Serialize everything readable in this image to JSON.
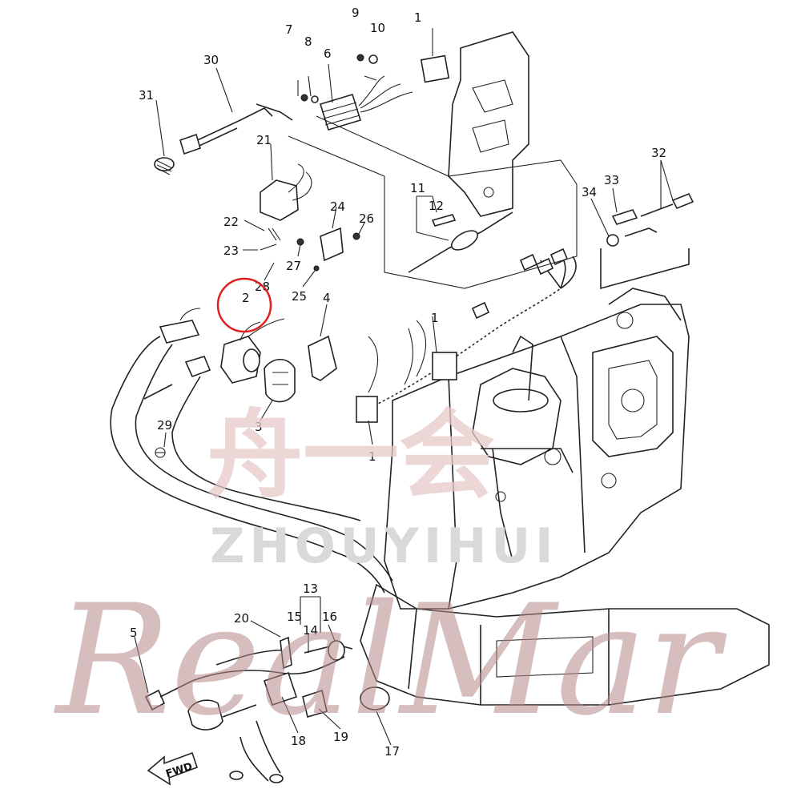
{
  "diagram": {
    "callouts": [
      "1",
      "2",
      "3",
      "4",
      "5",
      "6",
      "7",
      "8",
      "9",
      "10",
      "11",
      "12",
      "13",
      "14",
      "15",
      "16",
      "17",
      "18",
      "19",
      "20",
      "21",
      "22",
      "23",
      "24",
      "25",
      "26",
      "27",
      "28",
      "29",
      "30",
      "31",
      "32",
      "33",
      "34"
    ],
    "direction_label": "FWD",
    "highlighted_part": "2",
    "highlight_color": "#e02020"
  },
  "watermark": {
    "chinese": "舟一会",
    "latin": "ZHOUYIHUI",
    "script": "RealMar"
  }
}
